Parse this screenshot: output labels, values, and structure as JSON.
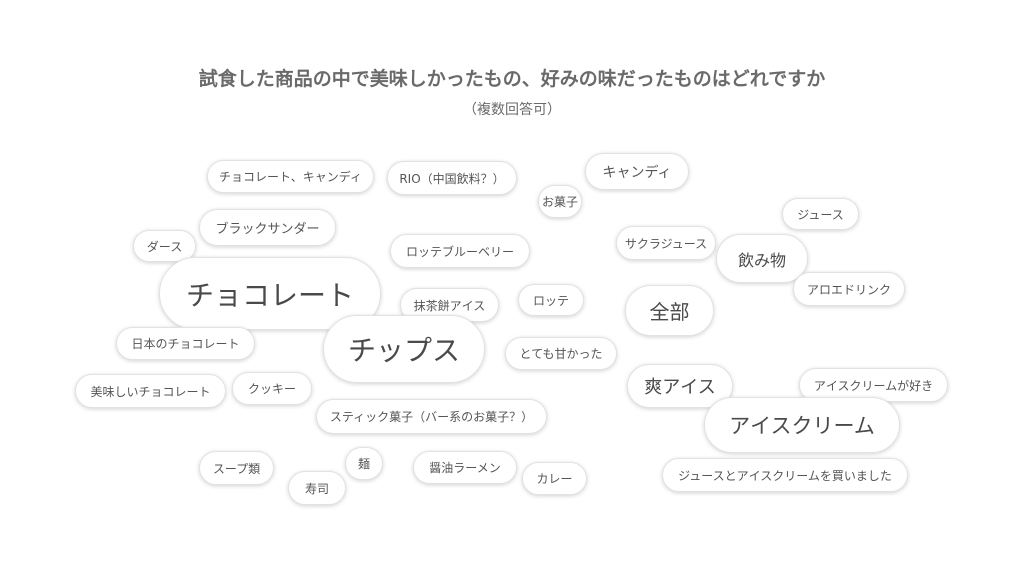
{
  "title": "試食した商品の中で美味しかったもの、好みの味だったものはどれですか",
  "subtitle": "（複数回答可）",
  "words": [
    "チョコレート、キャンディ",
    "RIO（中国飲料？）",
    "お菓子",
    "キャンディ",
    "ブラックサンダー",
    "ダース",
    "ロッテブルーベリー",
    "サクラジュース",
    "飲み物",
    "ジュース",
    "アロエドリンク",
    "チョコレート",
    "抹茶餅アイス",
    "ロッテ",
    "全部",
    "日本のチョコレート",
    "チップス",
    "とても甘かった",
    "美味しいチョコレート",
    "クッキー",
    "爽アイス",
    "アイスクリームが好き",
    "アイスクリーム",
    "スティック菓子（バー系のお菓子？）",
    "スープ類",
    "麺",
    "醤油ラーメン",
    "寿司",
    "カレー",
    "ジュースとアイスクリームを買いました"
  ]
}
